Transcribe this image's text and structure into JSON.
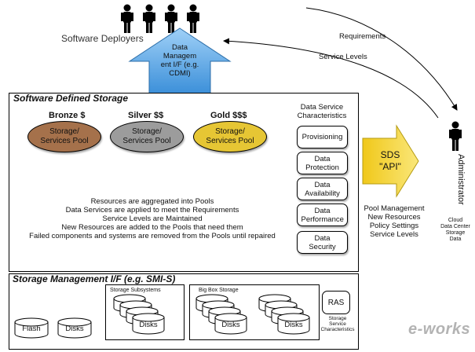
{
  "deployers": {
    "label": "Software Deployers",
    "figure_count": 4
  },
  "mgmt_arrow": {
    "label": "Data Managem ent I/F (e.g. CDMI)",
    "color": "#5aa9e8"
  },
  "requirements_label": "Requirements",
  "service_levels_label": "Service Levels",
  "admin": {
    "label": "Administrator",
    "subtitle": [
      "Cloud",
      "Data Center",
      "Storage",
      "Data"
    ]
  },
  "sds": {
    "title": "Software Defined Storage",
    "tiers": [
      {
        "name": "Bronze $",
        "pool": "Storage/ Services Pool",
        "color": "#a5714b"
      },
      {
        "name": "Silver $$",
        "pool": "Storage/ Services Pool",
        "color": "#9c9c9c"
      },
      {
        "name": "Gold $$$",
        "pool": "Storage/ Services Pool",
        "color": "#e6c634"
      }
    ],
    "characteristics_title": "Data Service Characteristics",
    "characteristics": [
      "Provisioning",
      "Data Protection",
      "Data Availability",
      "Data Performance",
      "Data Security"
    ],
    "description": [
      "Resources are aggregated into Pools",
      "Data Services are applied to meet the Requirements",
      "Service Levels are Maintained",
      "New Resources are added to the Pools that need them",
      "Failed components and systems are removed from the Pools until repaired"
    ]
  },
  "api_arrow": {
    "label": "SDS \"API\"",
    "color": "#f2d634"
  },
  "api_functions": [
    "Pool Management",
    "New Resources",
    "Policy Settings",
    "Service Levels"
  ],
  "smi": {
    "title": "Storage Management I/F (e.g. SMI-S)",
    "flash": "Flash",
    "disks": "Disks",
    "subsystems": {
      "title": "Storage Subsystems",
      "label": "Disks"
    },
    "bigbox": {
      "title": "Big Box Storage",
      "label_left": "Disks",
      "label_right": "Disks"
    },
    "ras": "RAS",
    "ras_caption": "Storage Service Characteristics"
  },
  "watermark": "e-works"
}
